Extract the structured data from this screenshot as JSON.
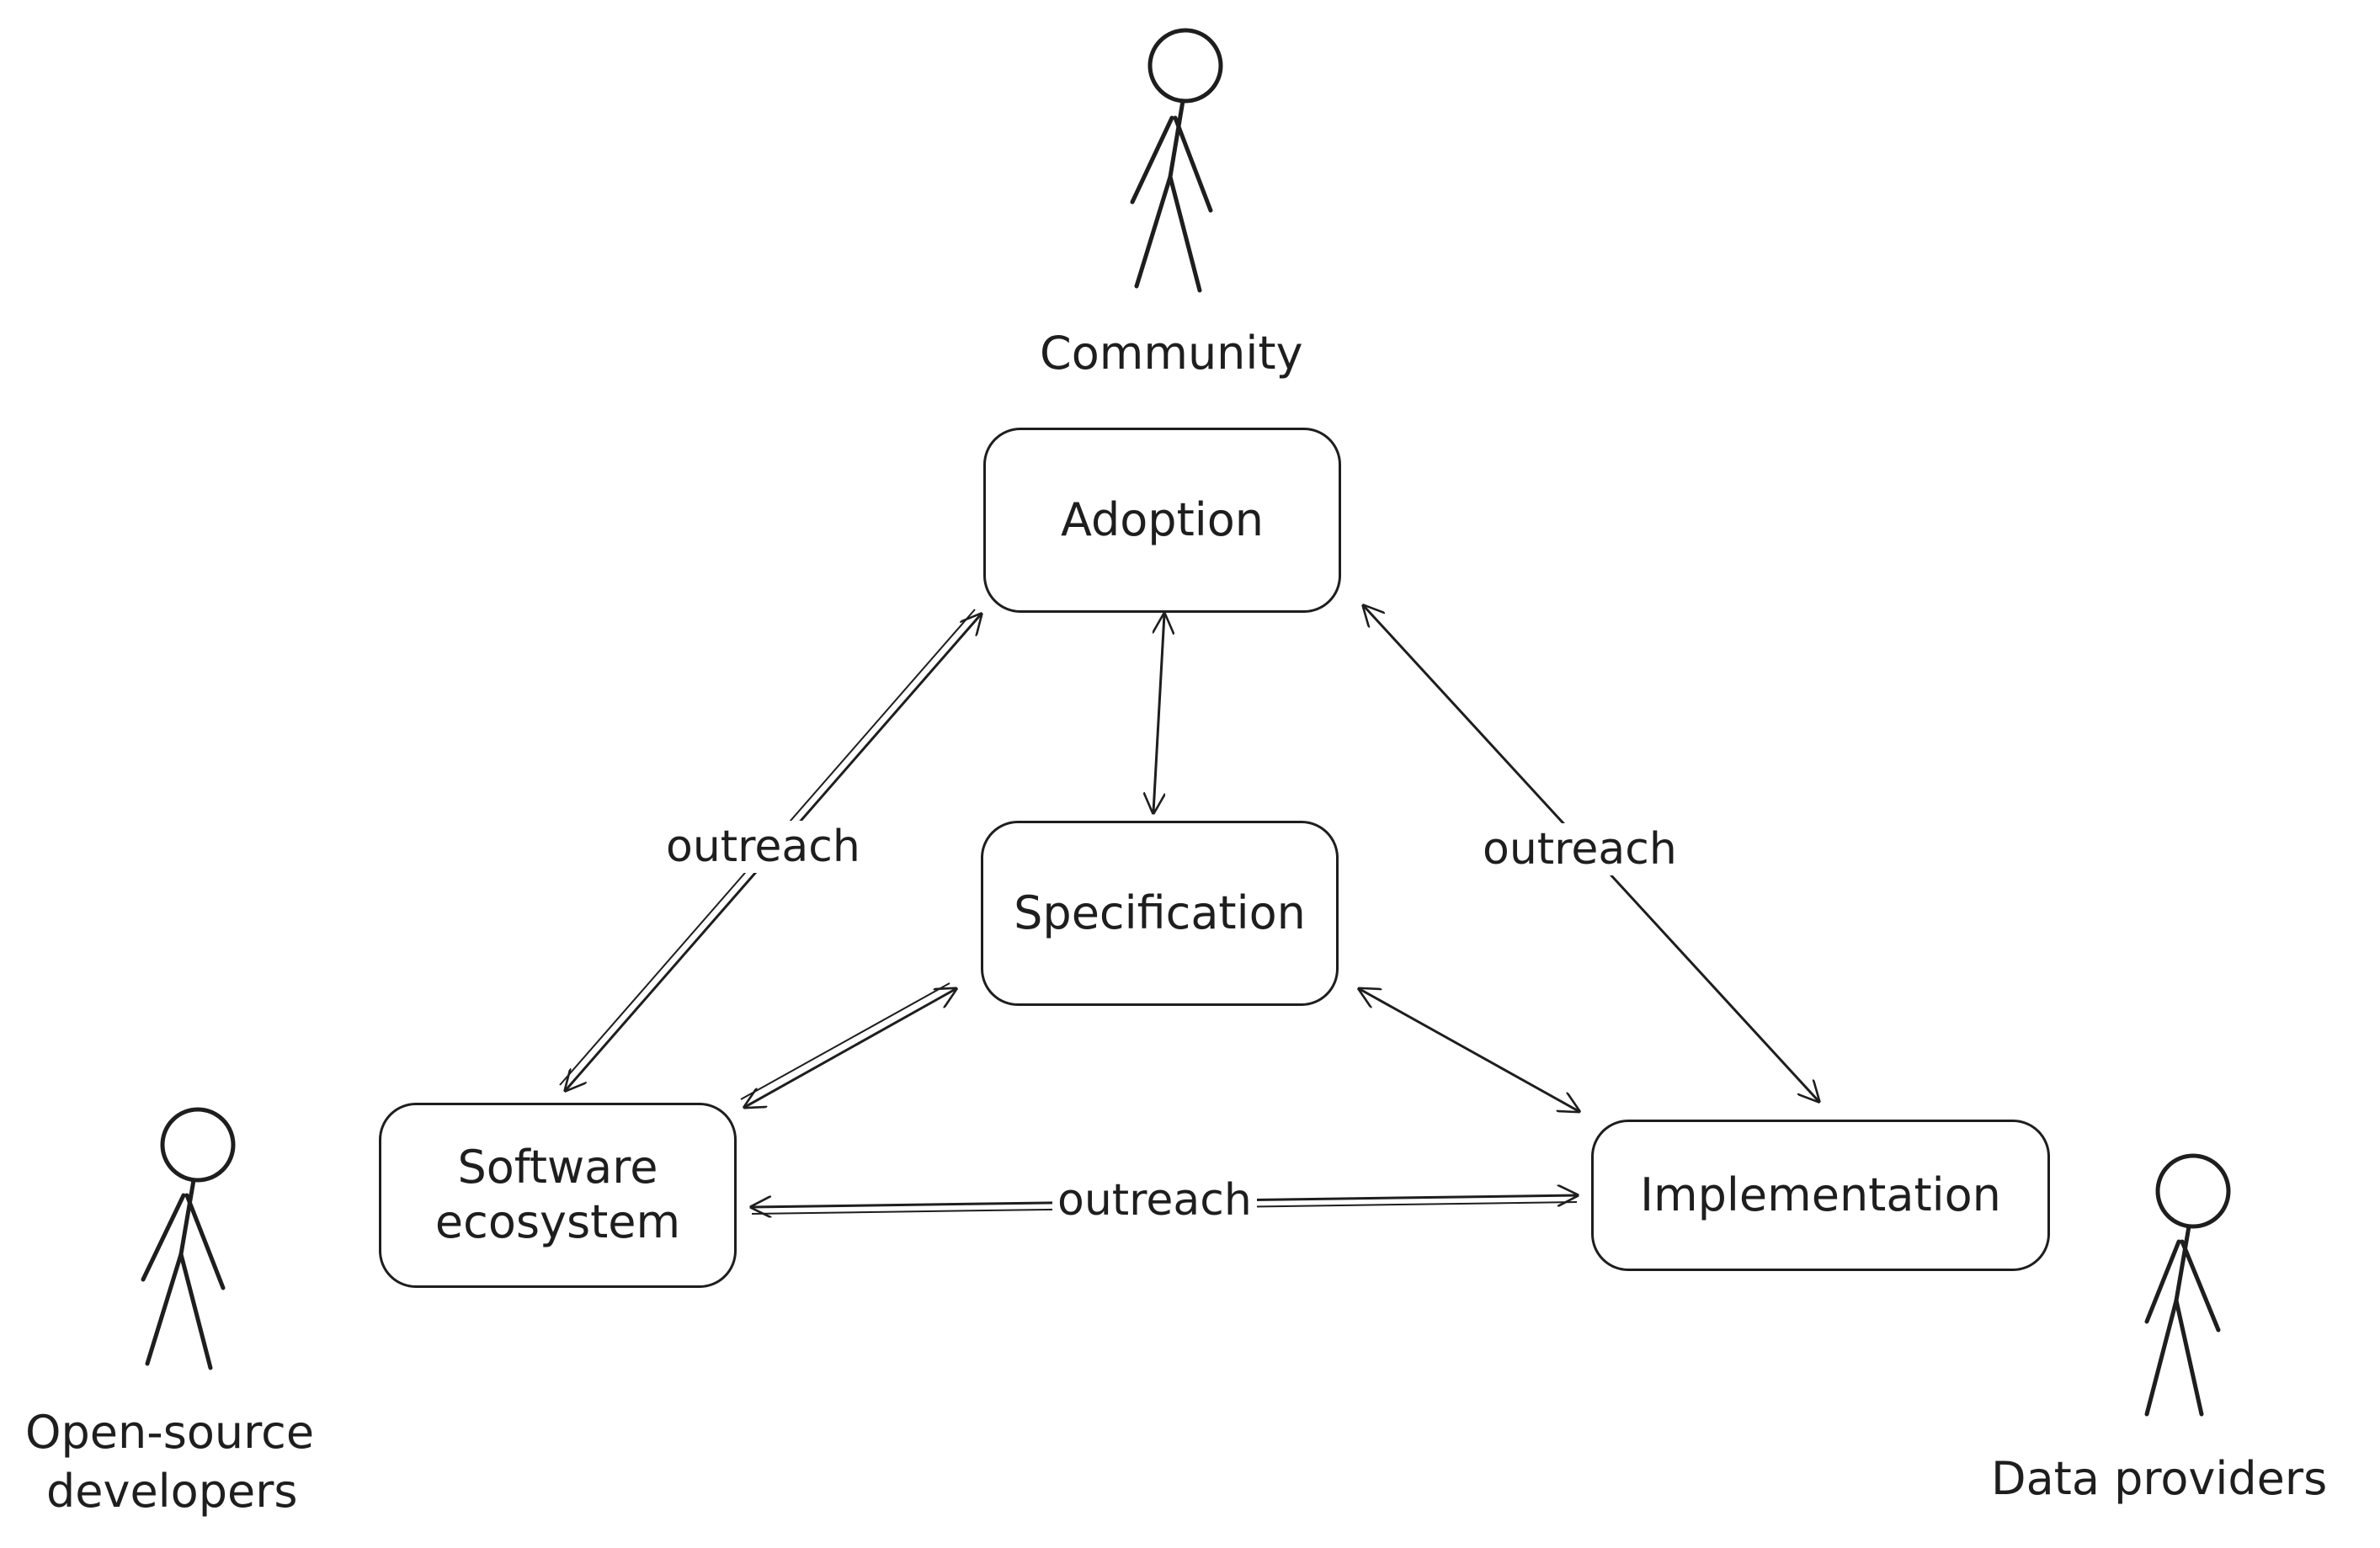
{
  "actors": {
    "community": "Community",
    "open_source": [
      "Open-source",
      "developers"
    ],
    "data_providers": "Data providers"
  },
  "nodes": {
    "adoption": "Adoption",
    "specification": "Specification",
    "software": [
      "Software",
      "ecosystem"
    ],
    "implementation": "Implementation"
  },
  "edges": {
    "outreach_left": "outreach",
    "outreach_right": "outreach",
    "outreach_bottom": "outreach"
  },
  "colors": {
    "stroke": "#1e1e1e",
    "background": "#ffffff"
  }
}
